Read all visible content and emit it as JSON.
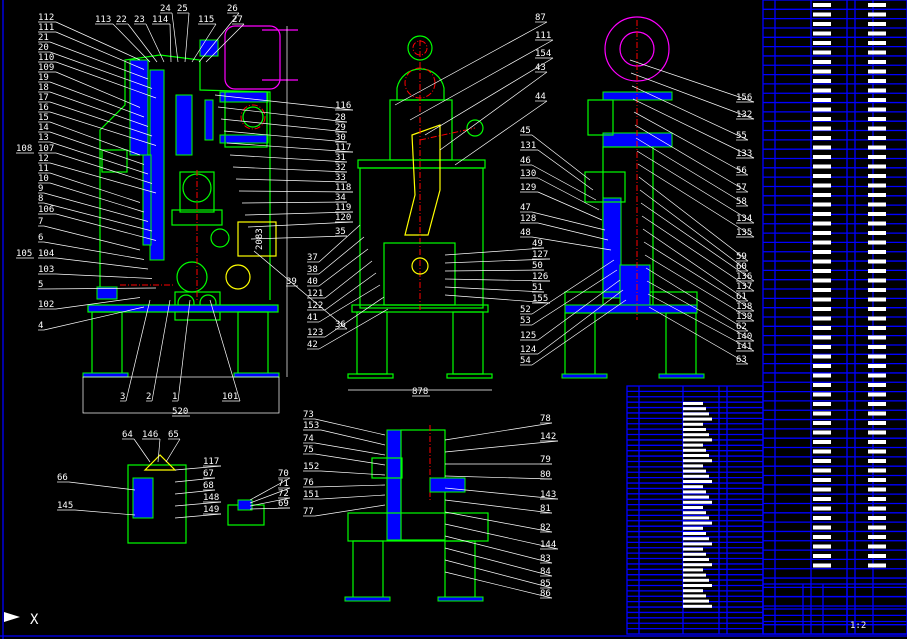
{
  "drawing": {
    "views": {
      "front_left": {
        "left_labels": [
          "112",
          "111",
          "21",
          "20",
          "110",
          "109",
          "19",
          "18",
          "17",
          "16",
          "15",
          "14",
          "13",
          "107",
          "12",
          "11",
          "10",
          "9",
          "8",
          "106",
          "7",
          "6",
          "104",
          "103",
          "5",
          "102",
          "4"
        ],
        "outer_labels": [
          "108",
          "105"
        ],
        "top_labels": [
          "113",
          "22",
          "23",
          "114",
          "24",
          "25",
          "115",
          "26",
          "27"
        ],
        "bottom_labels": [
          "3",
          "2",
          "1",
          "101"
        ],
        "right_labels": [
          "116",
          "28",
          "29",
          "30",
          "117",
          "31",
          "32",
          "33",
          "118",
          "34",
          "119",
          "120",
          "35",
          "36"
        ],
        "width_dim": "520",
        "height_dim": "2083"
      },
      "side_middle": {
        "left_labels": [
          "37",
          "38",
          "40",
          "121",
          "122",
          "41",
          "123",
          "42"
        ],
        "outer_label": "39",
        "right_top_labels": [
          "87",
          "111",
          "154",
          "43",
          "44"
        ],
        "right_bottom_labels": [
          "49",
          "127",
          "50",
          "126",
          "51",
          "155"
        ],
        "width_dim": "878"
      },
      "side_right": {
        "left_labels": [
          "45",
          "131",
          "46",
          "130",
          "129",
          "47",
          "128",
          "48",
          "52",
          "53",
          "125",
          "124",
          "54"
        ],
        "right_labels": [
          "156",
          "132",
          "55",
          "133",
          "56",
          "57",
          "58",
          "134",
          "135",
          "59",
          "60",
          "136",
          "137",
          "61",
          "138",
          "139",
          "62",
          "140",
          "141",
          "63"
        ]
      },
      "detail_bottom_center": {
        "left_labels": [
          "73",
          "153",
          "74",
          "75",
          "152",
          "76",
          "151",
          "77"
        ],
        "right_labels": [
          "78",
          "142",
          "79",
          "80",
          "143",
          "81",
          "82",
          "144",
          "83",
          "84",
          "85",
          "86"
        ]
      },
      "detail_bottom_left": {
        "top_labels": [
          "64",
          "146",
          "65"
        ],
        "left_labels": [
          "66",
          "145"
        ],
        "right_labels": [
          "117",
          "67",
          "68",
          "148",
          "149"
        ]
      },
      "detail_small": {
        "labels": [
          "70",
          "71",
          "72",
          "69"
        ]
      }
    },
    "title_block": {
      "scale": "1:2",
      "ucs_axis": "X"
    },
    "colors": {
      "outline": "#00ff00",
      "section": "#0000ff",
      "centerline": "#ff0000",
      "motor": "#ff00ff",
      "moving": "#ffff00",
      "text": "#ffffff"
    }
  }
}
